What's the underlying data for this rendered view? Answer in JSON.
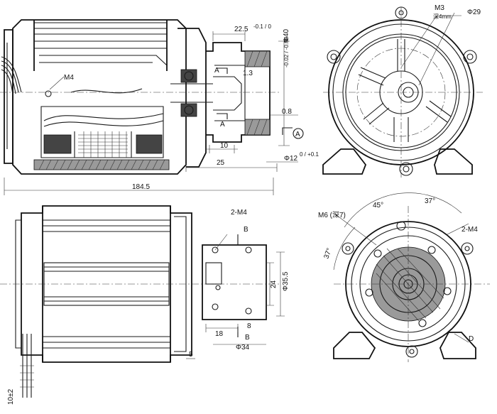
{
  "labels": {
    "m4_side": "M4",
    "dim_225": "22.5",
    "dim_225_tol": "-0.1 / 0",
    "dim_phi40": "Φ40",
    "dim_phi40_tol": "-0.02 / -0.05",
    "section_a_top": "A",
    "section_a_bottom": "A",
    "chamfer": "1.3",
    "dim_08": "0.8",
    "datum_a": "A",
    "dim_10": "10",
    "dim_25": "25",
    "dim_phi12": "Φ12",
    "dim_phi12_tol": "0 / +0.1",
    "dim_1845": "184.5",
    "m3_label": "M3",
    "m3_depth": "深4mm",
    "phi29": "Φ29",
    "two_m4_plan": "2-M4",
    "b_top": "B",
    "b_bottom": "B",
    "dim_24": "24",
    "dim_phi355": "Φ35.5",
    "dim_18": "18",
    "dim_8": "8",
    "dim_phi34": "Φ34",
    "dim_5": "5",
    "dim_10_2": "10±2",
    "m6_label": "M6 (深7)",
    "angle_45": "45°",
    "angle_37_top": "37°",
    "angle_37_left": "37°",
    "two_m4_end": "2-M4",
    "view_d": "D"
  }
}
